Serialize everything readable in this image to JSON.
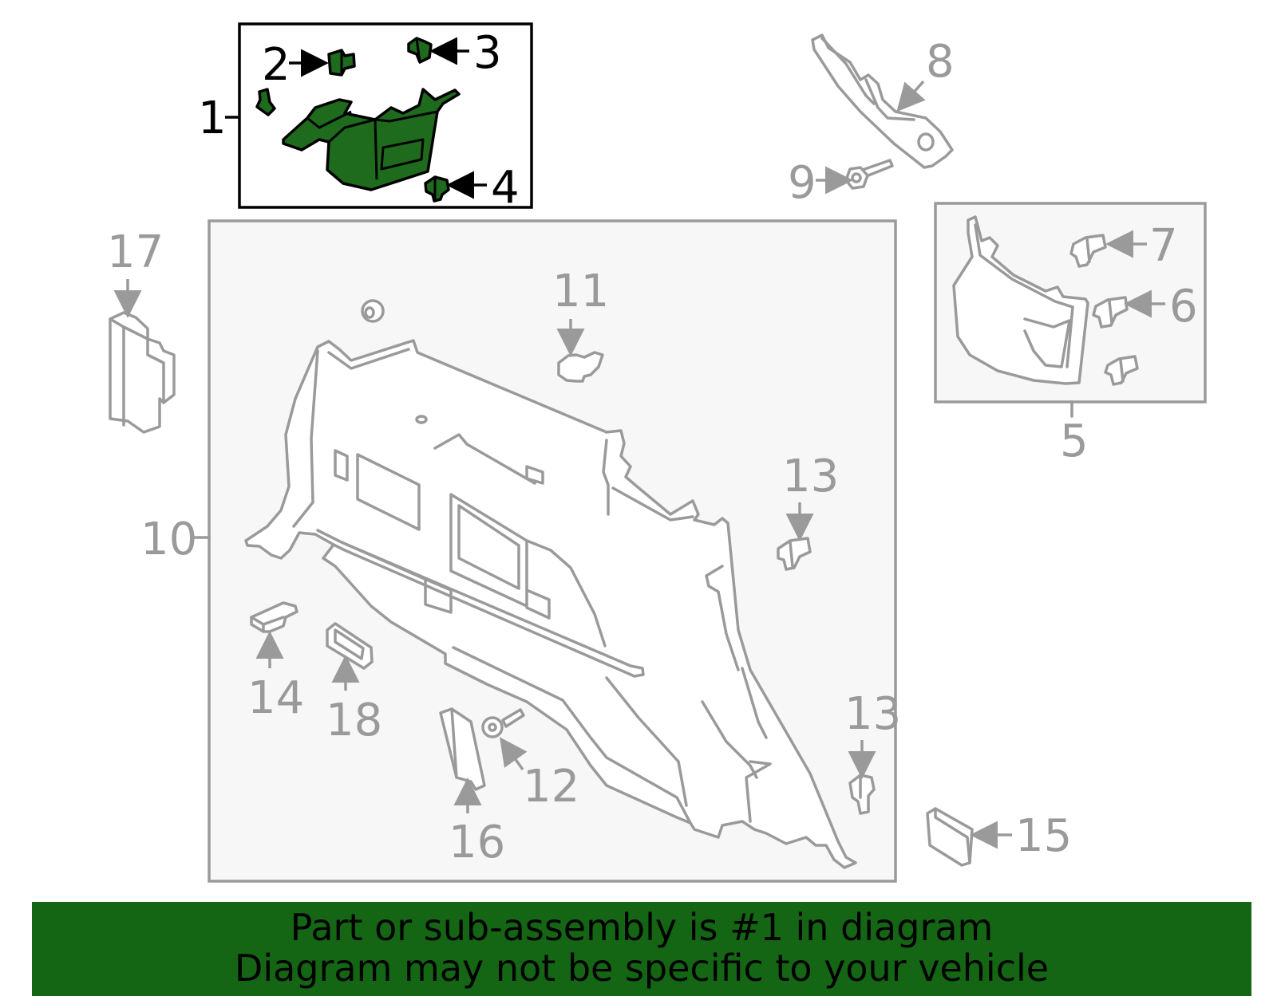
{
  "callouts": {
    "c1": "1",
    "c2": "2",
    "c3": "3",
    "c4": "4",
    "c5": "5",
    "c6": "6",
    "c7": "7",
    "c8": "8",
    "c9": "9",
    "c10": "10",
    "c11": "11",
    "c12": "12",
    "c13a": "13",
    "c13b": "13",
    "c14": "14",
    "c15": "15",
    "c16": "16",
    "c17": "17",
    "c18": "18"
  },
  "banner": {
    "line1": "Part or sub-assembly is #1 in diagram",
    "line2": "Diagram may not be specific to your vehicle"
  },
  "colors": {
    "highlight": "#146614",
    "part_gray": "#9a9a9a"
  }
}
